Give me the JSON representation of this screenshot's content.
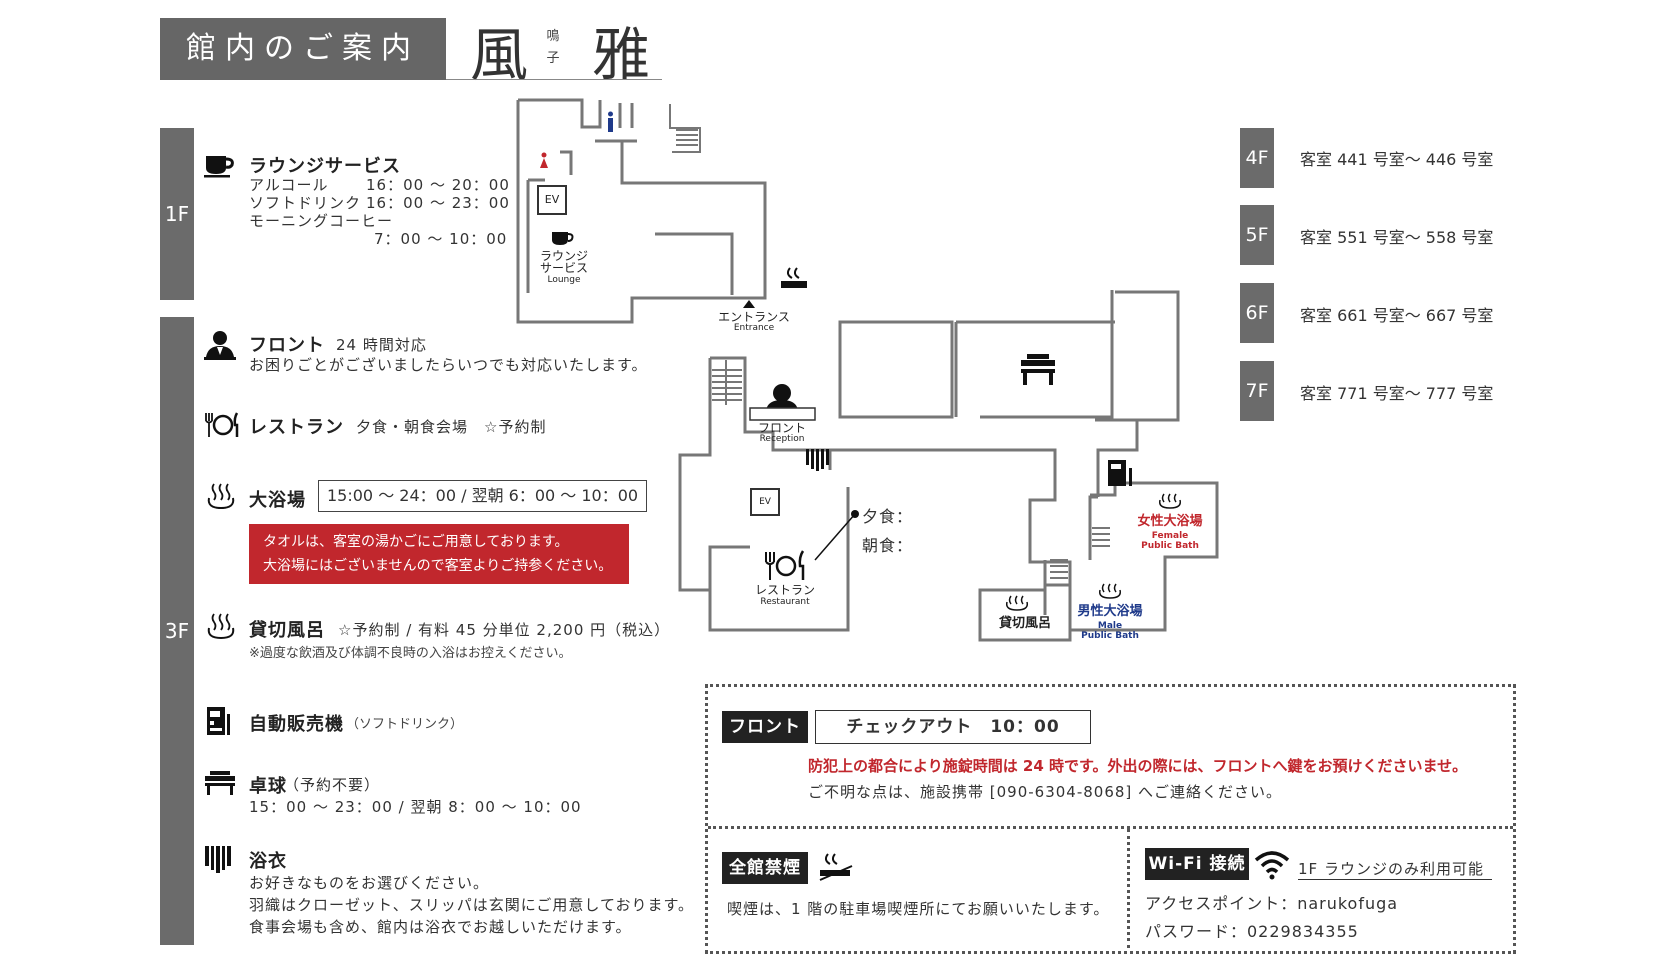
{
  "header": {
    "title": "館内のご案内",
    "logo_main_1": "風",
    "logo_main_2": "雅",
    "logo_sub_1": "鳴",
    "logo_sub_2": "子"
  },
  "floors_left": {
    "f1": "1F",
    "f3": "3F"
  },
  "lounge": {
    "title": "ラウンジサービス",
    "rows": [
      {
        "name": "アルコール",
        "time": "16：00 ～ 20：00"
      },
      {
        "name": "ソフトドリンク",
        "time": "16：00 ～ 23：00"
      },
      {
        "name": "モーニングコーヒー",
        "time": ""
      },
      {
        "name": "",
        "time": "7：00 ～ 10：00"
      }
    ]
  },
  "front": {
    "title": "フロント",
    "hours": "24 時間対応",
    "desc": "お困りごとがございましたらいつでも対応いたします。"
  },
  "restaurant": {
    "title": "レストラン",
    "desc": "夕食・朝食会場　☆予約制"
  },
  "bath": {
    "title": "大浴場",
    "hours": "15:00 ～ 24：00 / 翌朝 6：00 ～ 10：00",
    "notice_1": "タオルは、客室の湯かごにご用意しております。",
    "notice_2": "大浴場にはございませんので客室よりご持参ください。"
  },
  "private_bath": {
    "title": "貸切風呂",
    "desc": "☆予約制 / 有料 45 分単位 2,200 円（税込）",
    "note": "※過度な飲酒及び体調不良時の入浴はお控えください。"
  },
  "vending": {
    "title": "自動販売機",
    "sub": "（ソフトドリンク）"
  },
  "pingpong": {
    "title": "卓球",
    "sub": "（予約不要）",
    "hours": "15：00 ～ 23：00 / 翌朝 8：00 ～ 10：00"
  },
  "yukata": {
    "title": "浴衣",
    "line1": "お好きなものをお選びください。",
    "line2": "羽織はクローゼット、スリッパは玄関にご用意しております。",
    "line3": "食事会場も含め、館内は浴衣でお越しいただけます。"
  },
  "map": {
    "ev": "EV",
    "lounge_1": "ラウンジ",
    "lounge_2": "サービス",
    "lounge_en": "Lounge",
    "entrance_jp": "エントランス",
    "entrance_en": "Entrance",
    "front_jp": "フロント",
    "front_en": "Reception",
    "restaurant_jp": "レストラン",
    "restaurant_en": "Restaurant",
    "dinner": "夕食：",
    "breakfast": "朝食：",
    "female_jp": "女性大浴場",
    "female_en1": "Female",
    "female_en2": "Public Bath",
    "male_jp": "男性大浴場",
    "male_en1": "Male",
    "male_en2": "Public Bath",
    "private_jp": "貸切風呂"
  },
  "rooms": [
    {
      "floor": "4F",
      "desc": "客室 441 号室～ 446 号室"
    },
    {
      "floor": "5F",
      "desc": "客室 551 号室～ 558 号室"
    },
    {
      "floor": "6F",
      "desc": "客室 661 号室～ 667 号室"
    },
    {
      "floor": "7F",
      "desc": "客室 771 号室～ 777 号室"
    }
  ],
  "info": {
    "front_tag": "フロント",
    "checkout": "チェックアウト　10：00",
    "security": "防犯上の都合により施錠時間は 24 時です。外出の際には、フロントへ鍵をお預けくださいませ。",
    "contact": "ご不明な点は、施設携帯 [090-6304-8068] へご連絡ください。",
    "nosmoke_tag": "全館禁煙",
    "nosmoke_desc": "喫煙は、1 階の駐車場喫煙所にてお願いいたします。",
    "wifi_tag": "Wi-Fi 接続",
    "wifi_note": "1F ラウンジのみ利用可能",
    "wifi_ap": "アクセスポイント：narukofuga",
    "wifi_pw": "パスワード：0229834355"
  },
  "colors": {
    "accent_red": "#c1272d",
    "gray_bar": "#6b6b6b",
    "navy": "#1f3a8a"
  }
}
